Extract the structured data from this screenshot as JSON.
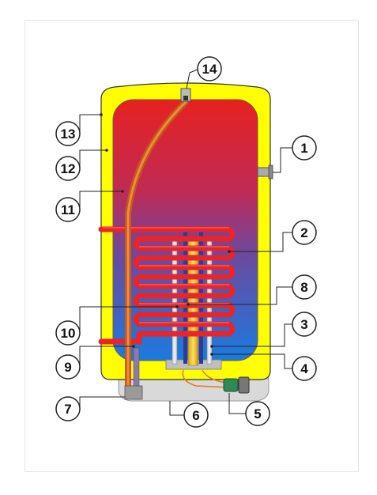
{
  "callouts": [
    {
      "number": "1"
    },
    {
      "number": "2"
    },
    {
      "number": "3"
    },
    {
      "number": "4"
    },
    {
      "number": "5"
    },
    {
      "number": "6"
    },
    {
      "number": "7"
    },
    {
      "number": "8"
    },
    {
      "number": "9"
    },
    {
      "number": "10"
    },
    {
      "number": "11"
    },
    {
      "number": "12"
    },
    {
      "number": "13"
    },
    {
      "number": "14"
    }
  ],
  "colors": {
    "insulation": "#ffff00",
    "tank_hot": "#e02020",
    "tank_cold": "#1e7fe0",
    "coil": "#e8252a",
    "flue_tube": "#d86a22",
    "anode": "#f0c020",
    "base": "#d8d8d8",
    "thermostat": "#2e8b57"
  }
}
